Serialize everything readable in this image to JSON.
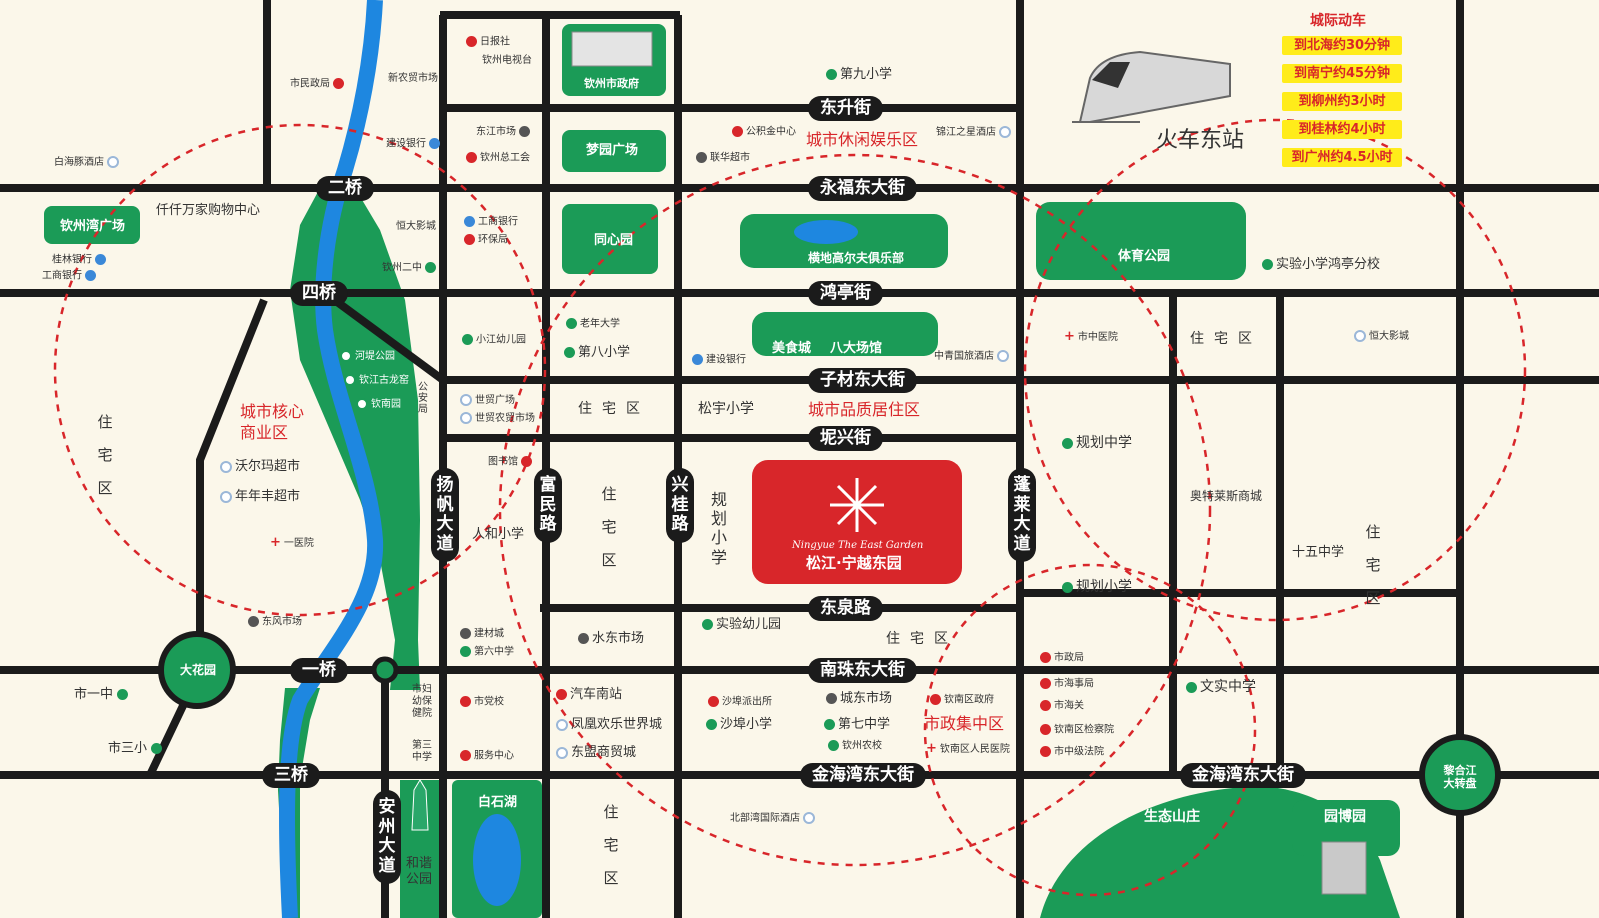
{
  "colors": {
    "background": "#fbf7ea",
    "road": "#1b1b1b",
    "park_green": "#1b9b57",
    "river": "#1e87e0",
    "highlight": "#d8262a",
    "ring": "#d8262a",
    "label_yellow": "#ffec1a"
  },
  "roads": {
    "dongsheng": "东升街",
    "yongfu": "永福东大街",
    "hongting": "鸿亭街",
    "zicai": "子材东大街",
    "nixing": "坭兴街",
    "dongquan": "东泉路",
    "nanzhu": "南珠东大街",
    "jinhaiwan1": "金海湾东大街",
    "jinhaiwan2": "金海湾东大街",
    "yangfan": "扬帆大道",
    "fumin": "富民路",
    "xinggui": "兴桂路",
    "penglai": "蓬莱大道",
    "anzhou": "安州大道",
    "bridge2": "二桥",
    "bridge4": "四桥",
    "bridge1": "一桥",
    "bridge3": "三桥"
  },
  "circles": {
    "dahuayuan": "大花园",
    "lihejiang": "黎合江大转盘"
  },
  "rail": {
    "station": "火车东站",
    "title": "城际动车",
    "times": [
      "到北海约30分钟",
      "到南宁约45分钟",
      "到柳州约3小时",
      "到桂林约4小时",
      "到广州约4.5小时"
    ]
  },
  "project": {
    "en": "Ningyue The East Garden",
    "cn": "松江·宁越东园"
  },
  "parks": {
    "qinzhouwan": "钦州湾广场",
    "shizhengfu": "钦州市政府",
    "mengyuan": "梦园广场",
    "tongxin": "同心园",
    "golf": "横地高尔夫俱乐部",
    "tiyu": "体育公园",
    "meishi": "美食城",
    "bada": "八大场馆",
    "baishihu": "白石湖",
    "shengtai": "生态山庄",
    "yuanbo": "园博园",
    "hexie": "和谐公园"
  },
  "zones": {
    "core": "城市核心商业区",
    "leisure": "城市休闲娱乐区",
    "quality": "城市品质居住区",
    "govcenter": "市政集中区",
    "residential": "住宅区"
  },
  "pois": {
    "ribao": "日报社",
    "dianshitai": "钦州电视台",
    "shizhengxie": "市民政局",
    "xinnong": "新农贸市场",
    "jianshe1": "建设银行",
    "baihai": "白海豚酒店",
    "dongjiang": "东江市场",
    "zonggonghui": "钦州总工会",
    "qianqian": "仟仟万家购物中心",
    "hengda1": "恒大影城",
    "gongshang1": "工商银行",
    "huanbao": "环保局",
    "guilin": "桂林银行",
    "gongshang2": "工商银行",
    "erzhong": "钦州二中",
    "dijiu": "第九小学",
    "gongji": "公积金中心",
    "jinjiang": "锦江之星酒店",
    "lianhua": "联华超市",
    "shiyanhong": "实验小学鸿亭分校",
    "laonian": "老年大学",
    "xiaojiang": "小江幼儿园",
    "diba": "第八小学",
    "jianshe2": "建设银行",
    "shizhongyi": "市中医院",
    "zhongqing": "中青国旅酒店",
    "hengda2": "恒大影城",
    "hedi": "河堤公园",
    "guyan": "钦江古龙窑",
    "qinnan": "钦南园",
    "gongan": "公安局",
    "shimao": "世贸广场",
    "shimaonong": "世贸农贸市场",
    "songyu": "松宇小学",
    "walmart": "沃尔玛超市",
    "nianfeng": "年年丰超市",
    "guihuazhong": "规划中学",
    "tushuguan": "图书馆",
    "renhe": "人和小学",
    "guihuaxiao": "规划小学",
    "aotelai": "奥特莱斯商城",
    "shiwu": "十五中学",
    "yiyiyuan": "一医院",
    "dongfeng": "东风市场",
    "jiancai": "建材城",
    "diliuzhong": "第六中学",
    "shuidong": "水东市场",
    "shiyanyou": "实验幼儿园",
    "guihuaxiao2": "规划小学",
    "shizhengju": "市政局",
    "haishi": "市海事局",
    "haiguan": "市海关",
    "jianchayuan": "钦南区检察院",
    "fayuan": "市中级法院",
    "shiyizhong": "市一中",
    "shisanxiao": "市三小",
    "fuyou": "市妇幼保健院",
    "disan": "第三中学",
    "dangxiao": "市党校",
    "fuwu": "服务中心",
    "qichenan": "汽车南站",
    "fenghuang": "凤凰欢乐世界城",
    "dongmeng": "东盟商贸城",
    "shapai": "沙埠派出所",
    "chengdong": "城东市场",
    "qinnangov": "钦南区政府",
    "shafuxiao": "沙埠小学",
    "diqizhong": "第七中学",
    "nongxiao": "钦州农校",
    "renmin": "钦南区人民医院",
    "wenshi": "文实中学",
    "beibuwan": "北部湾国际酒店",
    "zhu": "住",
    "zhai": "宅",
    "qu": "区"
  }
}
